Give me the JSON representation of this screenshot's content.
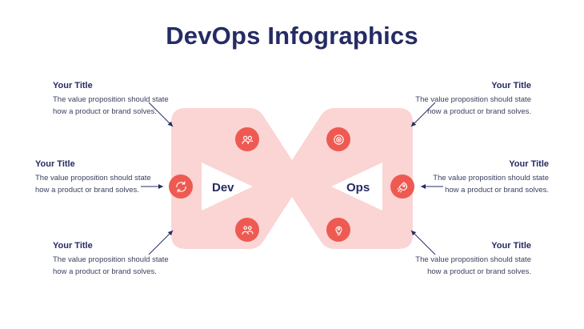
{
  "page": {
    "title": "DevOps Infographics",
    "background": "#ffffff",
    "title_color": "#252b63",
    "accent_color": "#ee5a52",
    "shape_fill": "#fbd4d4"
  },
  "center": {
    "left_label": "Dev",
    "right_label": "Ops"
  },
  "blocks": [
    {
      "id": "top-left",
      "title": "Your Title",
      "text": "The value proposition should state how a product or brand solves."
    },
    {
      "id": "middle-left",
      "title": "Your Title",
      "text": "The value proposition should state how a product or brand solves."
    },
    {
      "id": "bottom-left",
      "title": "Your Title",
      "text": "The value proposition should state how a product or brand solves."
    },
    {
      "id": "top-right",
      "title": "Your Title",
      "text": "The value proposition should state how a product or brand solves."
    },
    {
      "id": "middle-right",
      "title": "Your Title",
      "text": "The value proposition should state how a product or brand solves."
    },
    {
      "id": "bottom-right",
      "title": "Your Title",
      "text": "The value proposition should state how a product or brand solves."
    }
  ],
  "icons": [
    {
      "id": "icon-top-left",
      "name": "people-group-icon"
    },
    {
      "id": "icon-top-right",
      "name": "target-icon"
    },
    {
      "id": "icon-middle-left",
      "name": "cycle-arrows-icon"
    },
    {
      "id": "icon-middle-right",
      "name": "rocket-icon"
    },
    {
      "id": "icon-bottom-left",
      "name": "handshake-icon"
    },
    {
      "id": "icon-bottom-right",
      "name": "lightbulb-gear-icon"
    }
  ]
}
